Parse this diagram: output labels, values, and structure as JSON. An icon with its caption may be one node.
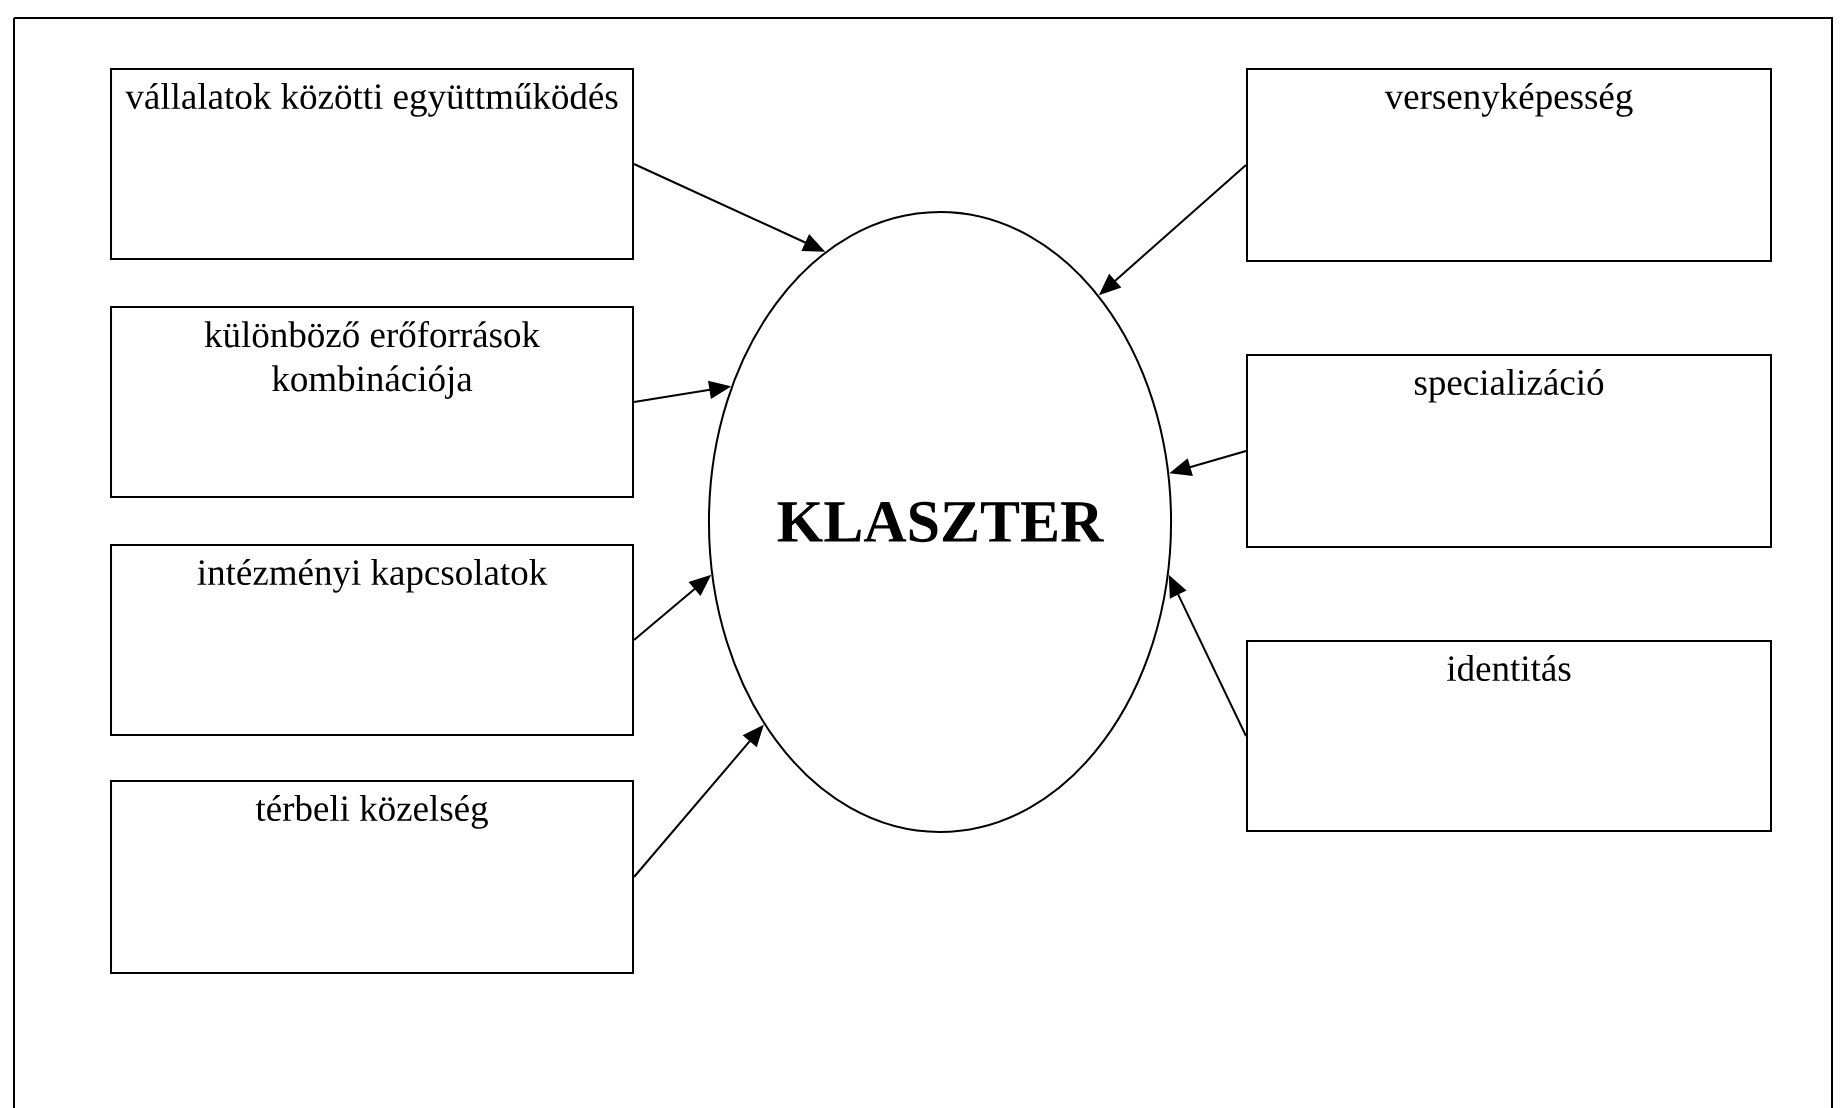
{
  "diagram": {
    "nodes": [
      {
        "text": [
          "vállalatok közötti együttműködés"
        ]
      },
      {
        "text": [
          "különböző erőforrások kombinációja"
        ]
      },
      {
        "text": [
          "intézményi kapcsolatok"
        ]
      },
      {
        "text": [
          "térbeli közelség"
        ]
      },
      {
        "text": [
          "KLASZTER"
        ]
      },
      {
        "text": [
          "versenyképesség"
        ]
      },
      {
        "text": [
          "specializáció"
        ]
      },
      {
        "text": [
          "identitás"
        ]
      }
    ],
    "edges": [
      {
        "from": 0,
        "to": 4,
        "arrow": "to"
      },
      {
        "from": 1,
        "to": 4,
        "arrow": "to"
      },
      {
        "from": 2,
        "to": 4,
        "arrow": "to"
      },
      {
        "from": 3,
        "to": 4,
        "arrow": "to"
      },
      {
        "from": 5,
        "to": 4,
        "arrow": "to"
      },
      {
        "from": 6,
        "to": 4,
        "arrow": "to"
      },
      {
        "from": 7,
        "to": 4,
        "arrow": "to"
      }
    ]
  }
}
